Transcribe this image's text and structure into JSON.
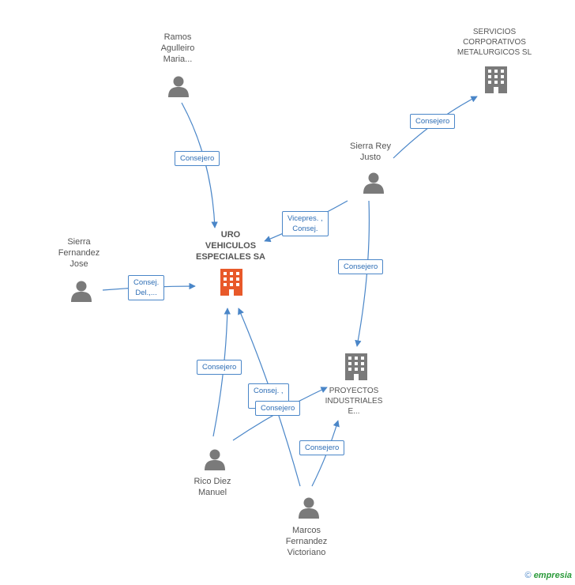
{
  "colors": {
    "edge": "#4a86c8",
    "person": "#7a7a7a",
    "company": "#7a7a7a",
    "main_company": "#e8592a"
  },
  "nodes": {
    "uro": {
      "label": "URO\nVEHICULOS\nESPECIALES SA"
    },
    "servicios": {
      "label": "SERVICIOS\nCORPORATIVOS\nMETALURGICOS SL"
    },
    "proyectos": {
      "label": "PROYECTOS\nINDUSTRIALES\nE..."
    },
    "ramos": {
      "label": "Ramos\nAgulleiro\nMaria..."
    },
    "sierra_rey": {
      "label": "Sierra Rey\nJusto"
    },
    "sierra_fernandez": {
      "label": "Sierra\nFernandez\nJose"
    },
    "rico": {
      "label": "Rico Diez\nManuel"
    },
    "marcos": {
      "label": "Marcos\nFernandez\nVictoriano"
    }
  },
  "edges": {
    "ramos_uro": "Consejero",
    "sierrarey_servicios": "Consejero",
    "sierrarey_uro": "Vicepres. ,\nConsej.",
    "sierrarey_proyectos": "Consejero",
    "sierrafernandez_uro": "Consej.\nDel.,...",
    "rico_uro": "Consejero",
    "marcos_uro": "Consej. ,\n...",
    "rico_proyectos": "Consejero",
    "marcos_proyectos": "Consejero"
  },
  "footer": {
    "copyright": "©",
    "brand": "empresia"
  }
}
